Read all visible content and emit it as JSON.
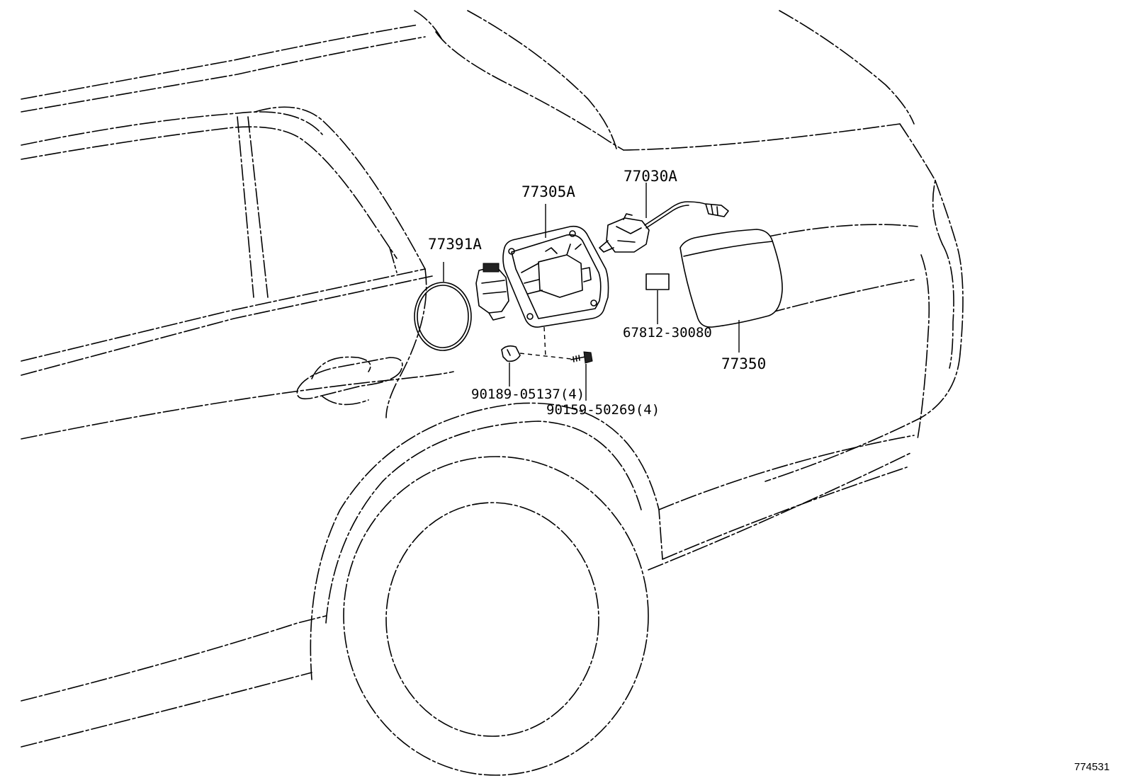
{
  "diagram": {
    "callouts": {
      "fuel_lid_gasket": "77391A",
      "fuel_inlet_box": "77305A",
      "lid_opener_lock": "77030A",
      "fuel_lid": "77350",
      "label": "67812-30080",
      "clip": "90189-05137(4)",
      "screw": "90159-50269(4)"
    },
    "figure_id": "774531"
  }
}
